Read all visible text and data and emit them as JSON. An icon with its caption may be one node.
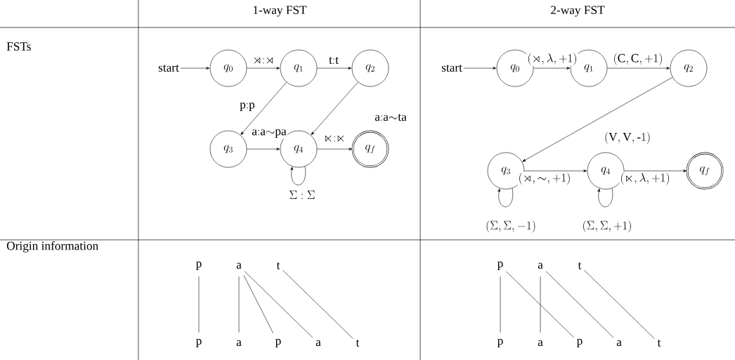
{
  "diagram": {
    "nodes": [
      {
        "text": [
          "start"
        ]
      },
      {
        "text": [
          "q_0"
        ]
      },
      {
        "text": [
          "q_1"
        ]
      },
      {
        "text": [
          "q_2"
        ]
      },
      {
        "text": [
          "q_3"
        ]
      },
      {
        "text": [
          "q_4"
        ]
      },
      {
        "text": [
          "q_f"
        ]
      },
      {
        "text": [
          "start"
        ]
      },
      {
        "text": [
          "q_0"
        ]
      },
      {
        "text": [
          "q_1"
        ]
      },
      {
        "text": [
          "q_2"
        ]
      },
      {
        "text": [
          "q_3"
        ]
      },
      {
        "text": [
          "q_4"
        ]
      },
      {
        "text": [
          "q_f"
        ]
      },
      {
        "text": [
          "p"
        ]
      },
      {
        "text": [
          "a"
        ]
      },
      {
        "text": [
          "t"
        ]
      },
      {
        "text": [
          "p"
        ]
      },
      {
        "text": [
          "a"
        ]
      },
      {
        "text": [
          "p"
        ]
      },
      {
        "text": [
          "a"
        ]
      },
      {
        "text": [
          "t"
        ]
      },
      {
        "text": [
          "p"
        ]
      },
      {
        "text": [
          "a"
        ]
      },
      {
        "text": [
          "t"
        ]
      },
      {
        "text": [
          "p"
        ]
      },
      {
        "text": [
          "a"
        ]
      },
      {
        "text": [
          "p"
        ]
      },
      {
        "text": [
          "a"
        ]
      },
      {
        "text": [
          "t"
        ]
      }
    ],
    "edges": [
      {
        "from": 0,
        "to": 1,
        "arrow": "to"
      },
      {
        "from": 1,
        "to": 2,
        "arrow": "to",
        "label": "\\rtimes{:}\\rtimes"
      },
      {
        "from": 2,
        "to": 3,
        "arrow": "to",
        "label": "\\mathrm{t{:}t}"
      },
      {
        "from": 2,
        "to": 4,
        "arrow": "to",
        "label": "\\mathrm{p{:}p}"
      },
      {
        "from": 3,
        "to": 5,
        "arrow": "to",
        "label": "\\mathrm{a{:}a{\\sim}ta}"
      },
      {
        "from": 4,
        "to": 5,
        "arrow": "to",
        "label": "\\mathrm{a{:}a{\\sim}pa}"
      },
      {
        "from": 5,
        "to": 6,
        "arrow": "to",
        "label": "\\ltimes{:}\\ltimes"
      },
      {
        "from": 5,
        "to": 5,
        "arrow": "to",
        "label": "\\Sigma:\\Sigma"
      },
      {
        "from": 7,
        "to": 8,
        "arrow": "to"
      },
      {
        "from": 8,
        "to": 9,
        "arrow": "to",
        "label": "(\\rtimes,\\lambda,+1)"
      },
      {
        "from": 9,
        "to": 10,
        "arrow": "to",
        "label": "(\\mathrm{C},\\mathrm{C},+1)"
      },
      {
        "from": 10,
        "to": 11,
        "arrow": "to",
        "label": "(\\mathrm{V},\\mathrm{V},\\text{-}1)"
      },
      {
        "from": 11,
        "to": 12,
        "arrow": "to",
        "label": "(\\rtimes,\\sim,+1)"
      },
      {
        "from": 12,
        "to": 13,
        "arrow": "to",
        "label": "(\\ltimes,\\lambda,+1)"
      },
      {
        "from": 11,
        "to": 11,
        "arrow": "to",
        "label": "(\\Sigma,\\Sigma,-1)"
      },
      {
        "from": 12,
        "to": 12,
        "arrow": "to",
        "label": "(\\Sigma,\\Sigma,+1)"
      },
      {
        "from": 14,
        "to": 17,
        "arrow": "none"
      },
      {
        "from": 15,
        "to": 18,
        "arrow": "none"
      },
      {
        "from": 15,
        "to": 19,
        "arrow": "none"
      },
      {
        "from": 15,
        "to": 20,
        "arrow": "none"
      },
      {
        "from": 16,
        "to": 21,
        "arrow": "none"
      },
      {
        "from": 22,
        "to": 25,
        "arrow": "none"
      },
      {
        "from": 22,
        "to": 27,
        "arrow": "none"
      },
      {
        "from": 23,
        "to": 26,
        "arrow": "none"
      },
      {
        "from": 23,
        "to": 28,
        "arrow": "none"
      },
      {
        "from": 24,
        "to": 29,
        "arrow": "none"
      }
    ],
    "labels": [
      "1-way FST",
      "2-way FST",
      "FSTs",
      "Origin information"
    ]
  }
}
